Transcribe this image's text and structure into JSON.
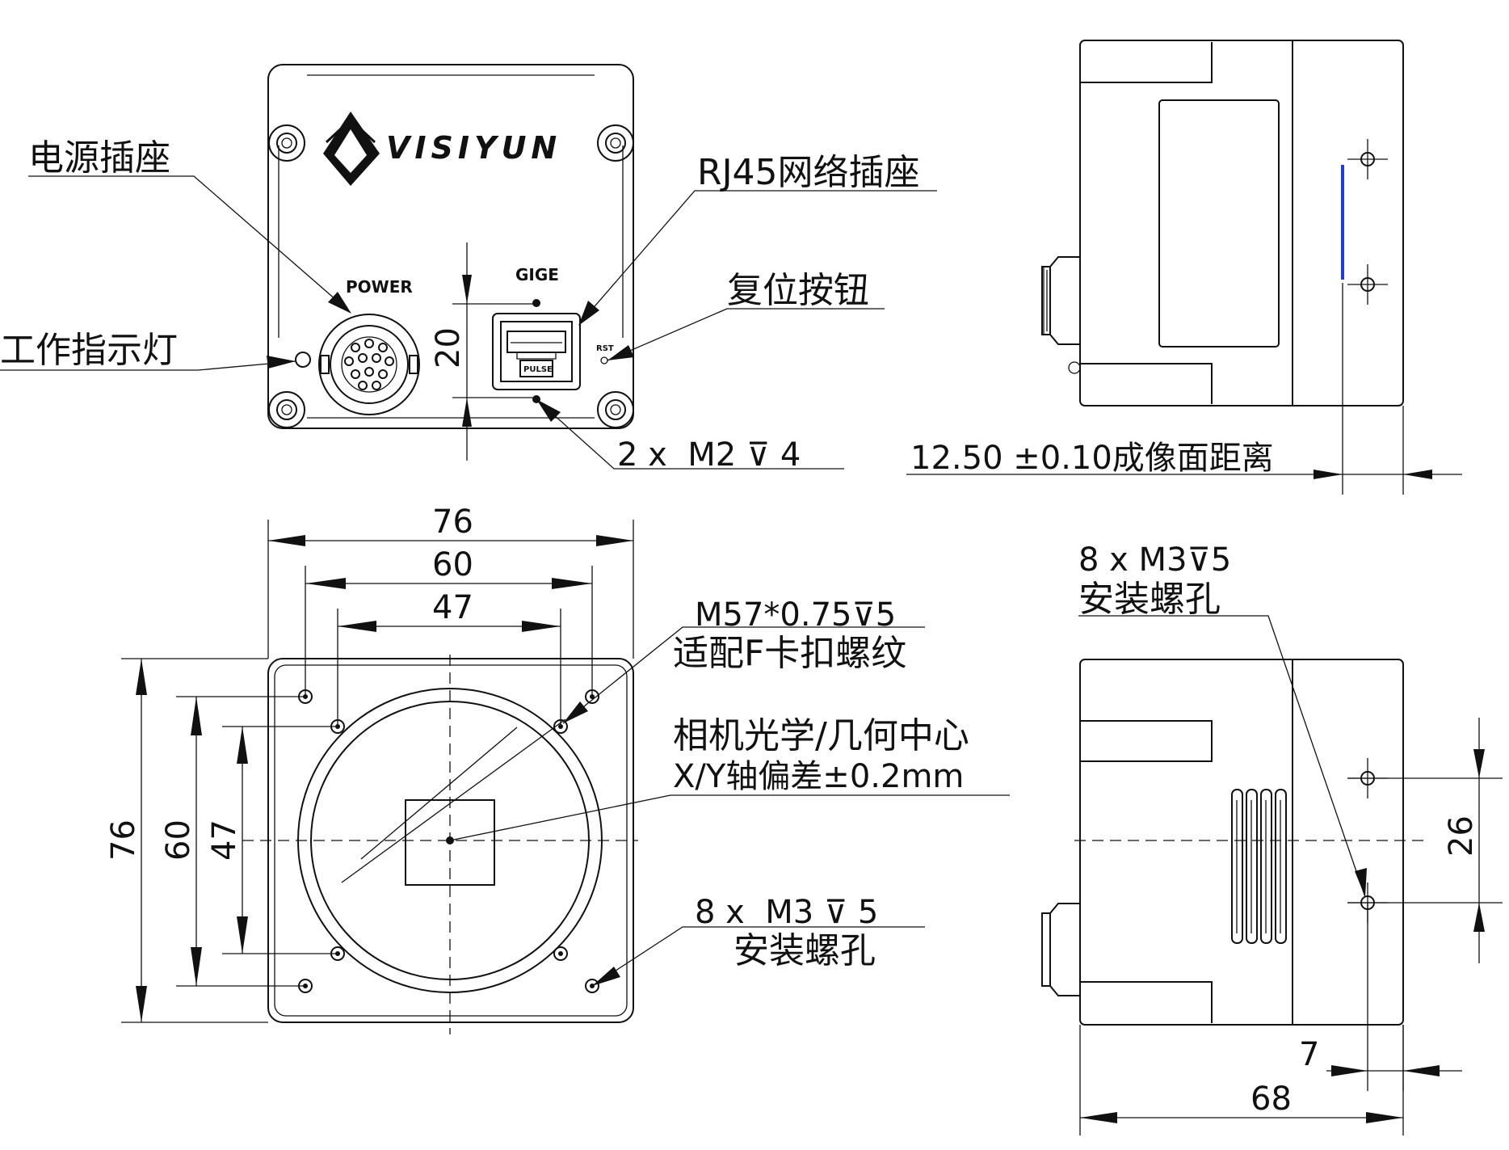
{
  "brand": {
    "logo_text": "VISIYUN"
  },
  "front_view": {
    "power_label": "POWER",
    "gige_label": "GIGE",
    "rst_label": "RST",
    "pulse_label": "PULSE",
    "callouts": {
      "power_socket": "电源插座",
      "rj45_socket": "RJ45网络插座",
      "reset_button": "复位按钮",
      "status_led": "工作指示灯",
      "screw_m2": "2 x  M2 ⊽ 4"
    },
    "dim_rj45_height": "20"
  },
  "side_view_top": {
    "flange_distance": "12.50 ±0.10成像面距离"
  },
  "mount_view": {
    "dim_76_h": "76",
    "dim_60_h": "60",
    "dim_47_h": "47",
    "dim_76_v": "76",
    "dim_60_v": "60",
    "dim_47_v": "47",
    "thread_line1": "M57*0.75⊽5",
    "thread_line2": "适配F卡扣螺纹",
    "center_line1": "相机光学/几何中心",
    "center_line2": "X/Y轴偏差±0.2mm",
    "holes_line1": "8 x  M3 ⊽ 5",
    "holes_line2": "安装螺孔"
  },
  "side_view_bottom": {
    "holes_line1": "8 x M3⊽5",
    "holes_line2": "安装螺孔",
    "dim_26": "26",
    "dim_7": "7",
    "dim_68": "68"
  },
  "colors": {
    "line": "#111111",
    "accent_marker": "#1f3fd0"
  }
}
